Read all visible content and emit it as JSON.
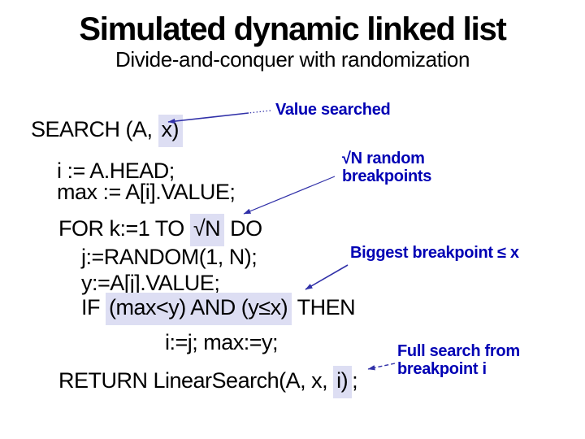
{
  "title": "Simulated dynamic linked list",
  "subtitle": "Divide-and-conquer with randomization",
  "code": {
    "search": {
      "pre": "SEARCH (A, ",
      "hl": "x)"
    },
    "init_head": "i := A.HEAD;",
    "init_max": "max := A[i].VALUE;",
    "for_loop": {
      "pre": "FOR k:=1 TO ",
      "hl": "√N",
      "post": " DO"
    },
    "random": "j:=RANDOM(1, N);",
    "value": "y:=A[j].VALUE;",
    "if_line": {
      "pre": "IF ",
      "hl": "(max<y) AND (y≤x)",
      "post": " THEN"
    },
    "assign": "i:=j; max:=y;",
    "return_line": {
      "pre": "RETURN LinearSearch(A, x, ",
      "hl": "i)",
      "post": ";"
    }
  },
  "annotations": {
    "value_searched": "Value searched",
    "sqrt_line1": "√N random",
    "sqrt_line2": "breakpoints",
    "biggest": "Biggest breakpoint ≤ x",
    "full_line1": "Full search from",
    "full_line2": "breakpoint i"
  },
  "colors": {
    "label-blue": "#0000b4",
    "arrow-blue": "#3030a8",
    "highlight": "#dddef3",
    "text": "#000000",
    "background": "#ffffff"
  }
}
